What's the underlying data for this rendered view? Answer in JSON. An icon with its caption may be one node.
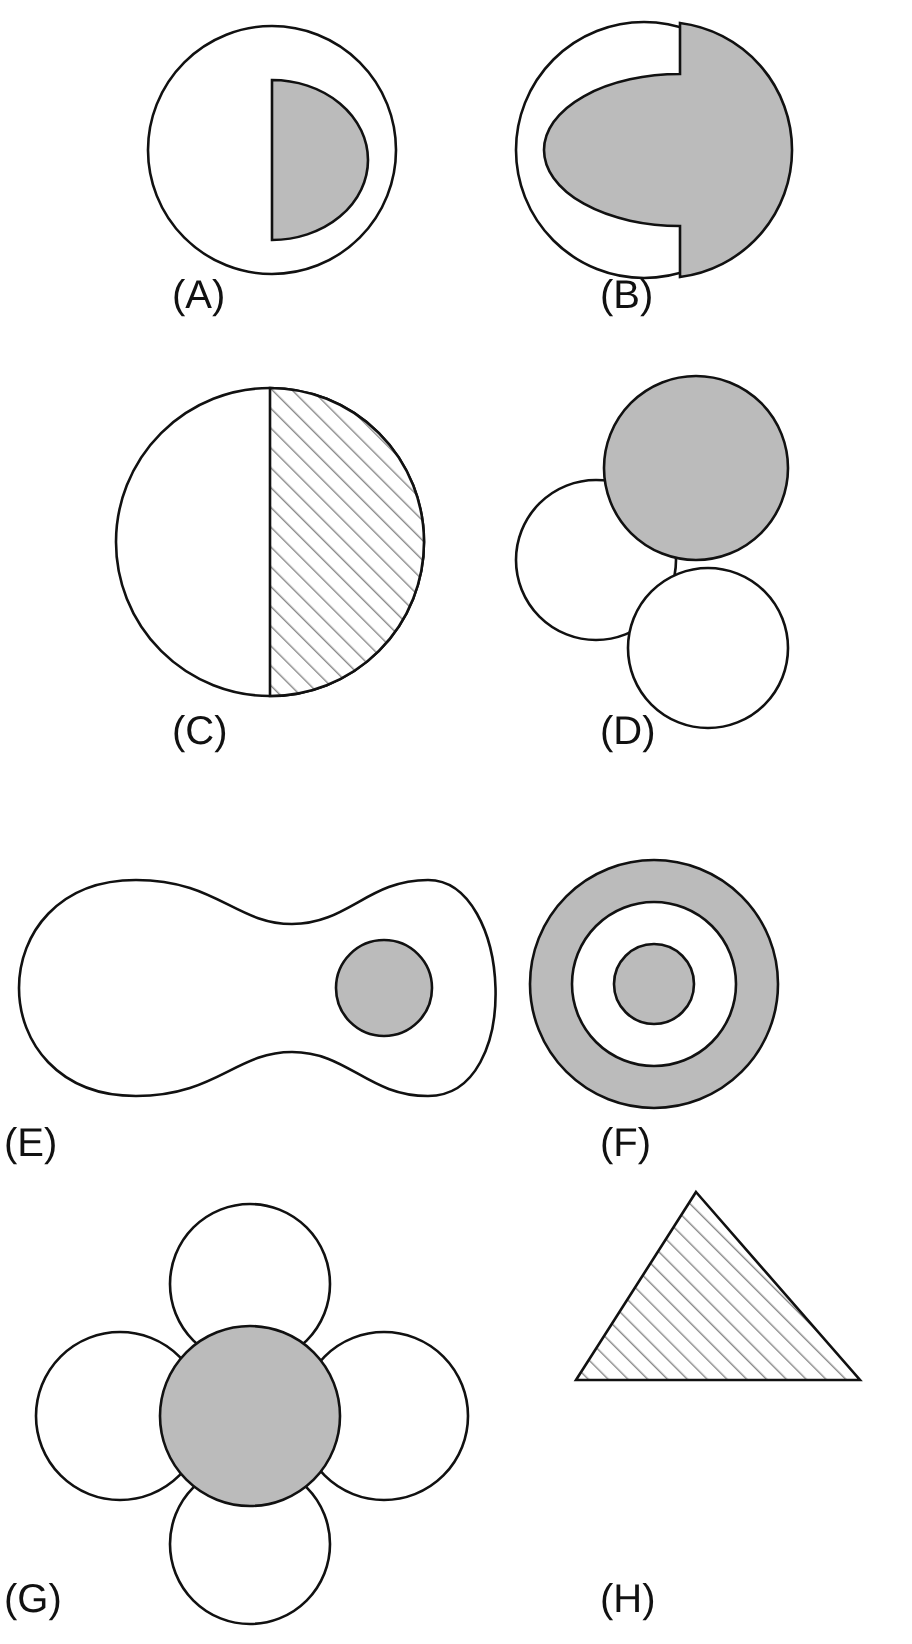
{
  "diagram": {
    "labels": [
      "(A)",
      "(B)",
      "(C)",
      "(D)",
      "(E)",
      "(F)",
      "(G)",
      "(H)"
    ]
  }
}
